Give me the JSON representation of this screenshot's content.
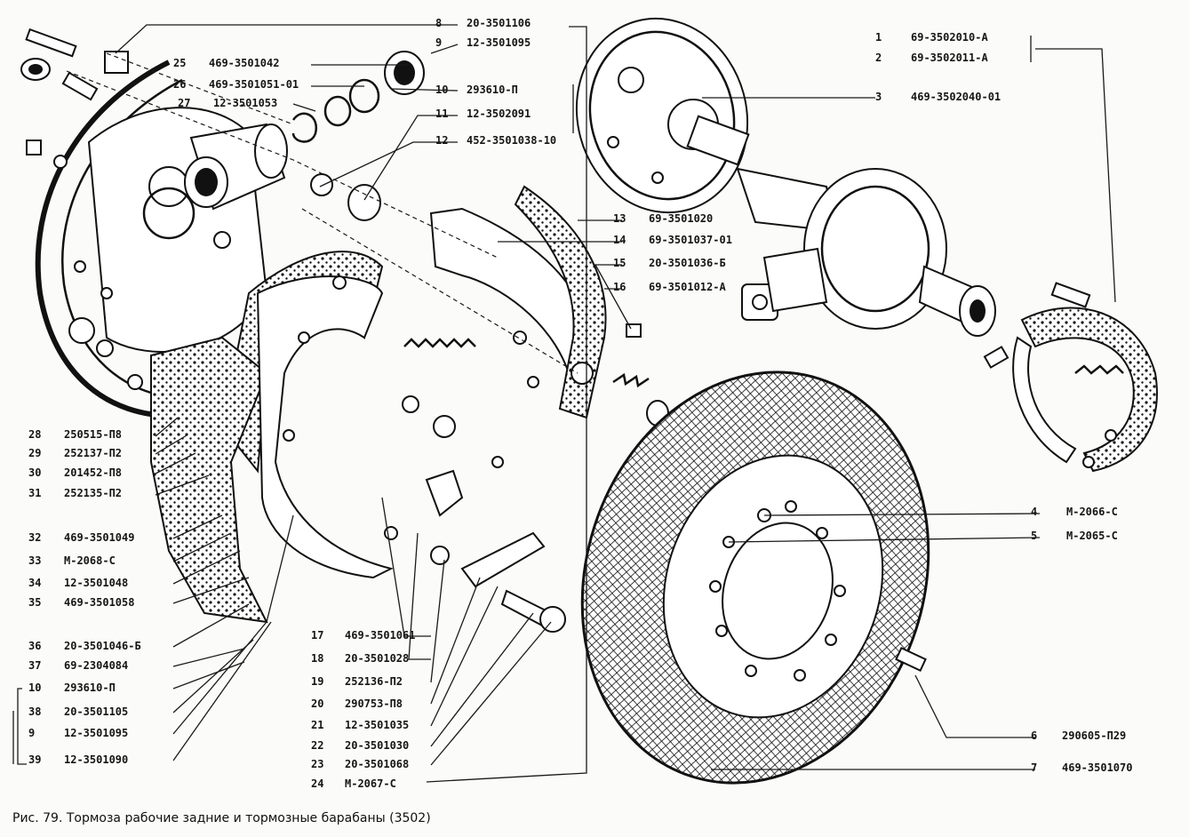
{
  "caption": "Рис. 79. Тормоза рабочие задние и тормозные барабаны (3502)",
  "callouts": [
    {
      "num": "1",
      "code": "69-3502010-А"
    },
    {
      "num": "2",
      "code": "69-3502011-А"
    },
    {
      "num": "3",
      "code": "469-3502040-01"
    },
    {
      "num": "4",
      "code": "М-2066-С"
    },
    {
      "num": "5",
      "code": "М-2065-С"
    },
    {
      "num": "6",
      "code": "290605-П29"
    },
    {
      "num": "7",
      "code": "469-3501070"
    },
    {
      "num": "8",
      "code": "20-3501106"
    },
    {
      "num": "9",
      "code": "12-3501095"
    },
    {
      "num": "10",
      "code": "293610-П"
    },
    {
      "num": "11",
      "code": "12-3502091"
    },
    {
      "num": "12",
      "code": "452-3501038-10"
    },
    {
      "num": "13",
      "code": "69-3501020"
    },
    {
      "num": "14",
      "code": "69-3501037-01"
    },
    {
      "num": "15",
      "code": "20-3501036-Б"
    },
    {
      "num": "16",
      "code": "69-3501012-А"
    },
    {
      "num": "17",
      "code": "469-3501061"
    },
    {
      "num": "18",
      "code": "20-3501028"
    },
    {
      "num": "19",
      "code": "252136-П2"
    },
    {
      "num": "20",
      "code": "290753-П8"
    },
    {
      "num": "21",
      "code": "12-3501035"
    },
    {
      "num": "22",
      "code": "20-3501030"
    },
    {
      "num": "23",
      "code": "20-3501068"
    },
    {
      "num": "24",
      "code": "М-2067-С"
    },
    {
      "num": "25",
      "code": "469-3501042"
    },
    {
      "num": "26",
      "code": "469-3501051-01"
    },
    {
      "num": "27",
      "code": "12-3501053"
    },
    {
      "num": "28",
      "code": "250515-П8"
    },
    {
      "num": "29",
      "code": "252137-П2"
    },
    {
      "num": "30",
      "code": "201452-П8"
    },
    {
      "num": "31",
      "code": "252135-П2"
    },
    {
      "num": "32",
      "code": "469-3501049"
    },
    {
      "num": "33",
      "code": "М-2068-С"
    },
    {
      "num": "34",
      "code": "12-3501048"
    },
    {
      "num": "35",
      "code": "469-3501058"
    },
    {
      "num": "36",
      "code": "20-3501046-Б"
    },
    {
      "num": "37",
      "code": "69-2304084"
    },
    {
      "num": "10",
      "code": "293610-П"
    },
    {
      "num": "38",
      "code": "20-3501105"
    },
    {
      "num": "9",
      "code": "12-3501095"
    },
    {
      "num": "39",
      "code": "12-3501090"
    }
  ]
}
